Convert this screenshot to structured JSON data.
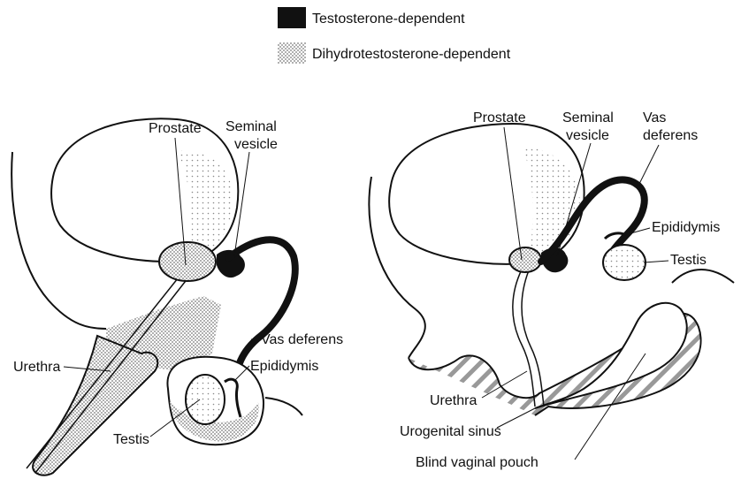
{
  "legend": {
    "testosterone": "Testosterone-dependent",
    "dht": "Dihydrotestosterone-dependent",
    "colors": {
      "testosterone": "#111111",
      "dht_stipple": "#9a9a9a",
      "hatch": "#888888"
    }
  },
  "left_diagram": {
    "prostate": "Prostate",
    "seminal_line1": "Seminal",
    "seminal_line2": "vesicle",
    "vas": "Vas deferens",
    "urethra": "Urethra",
    "epididymis": "Epididymis",
    "testis": "Testis"
  },
  "right_diagram": {
    "prostate": "Prostate",
    "seminal_line1": "Seminal",
    "seminal_line2": "vesicle",
    "vas_line1": "Vas",
    "vas_line2": "deferens",
    "epididymis": "Epididymis",
    "testis": "Testis",
    "urethra": "Urethra",
    "urogenital": "Urogenital sinus",
    "vaginal": "Blind vaginal pouch"
  }
}
